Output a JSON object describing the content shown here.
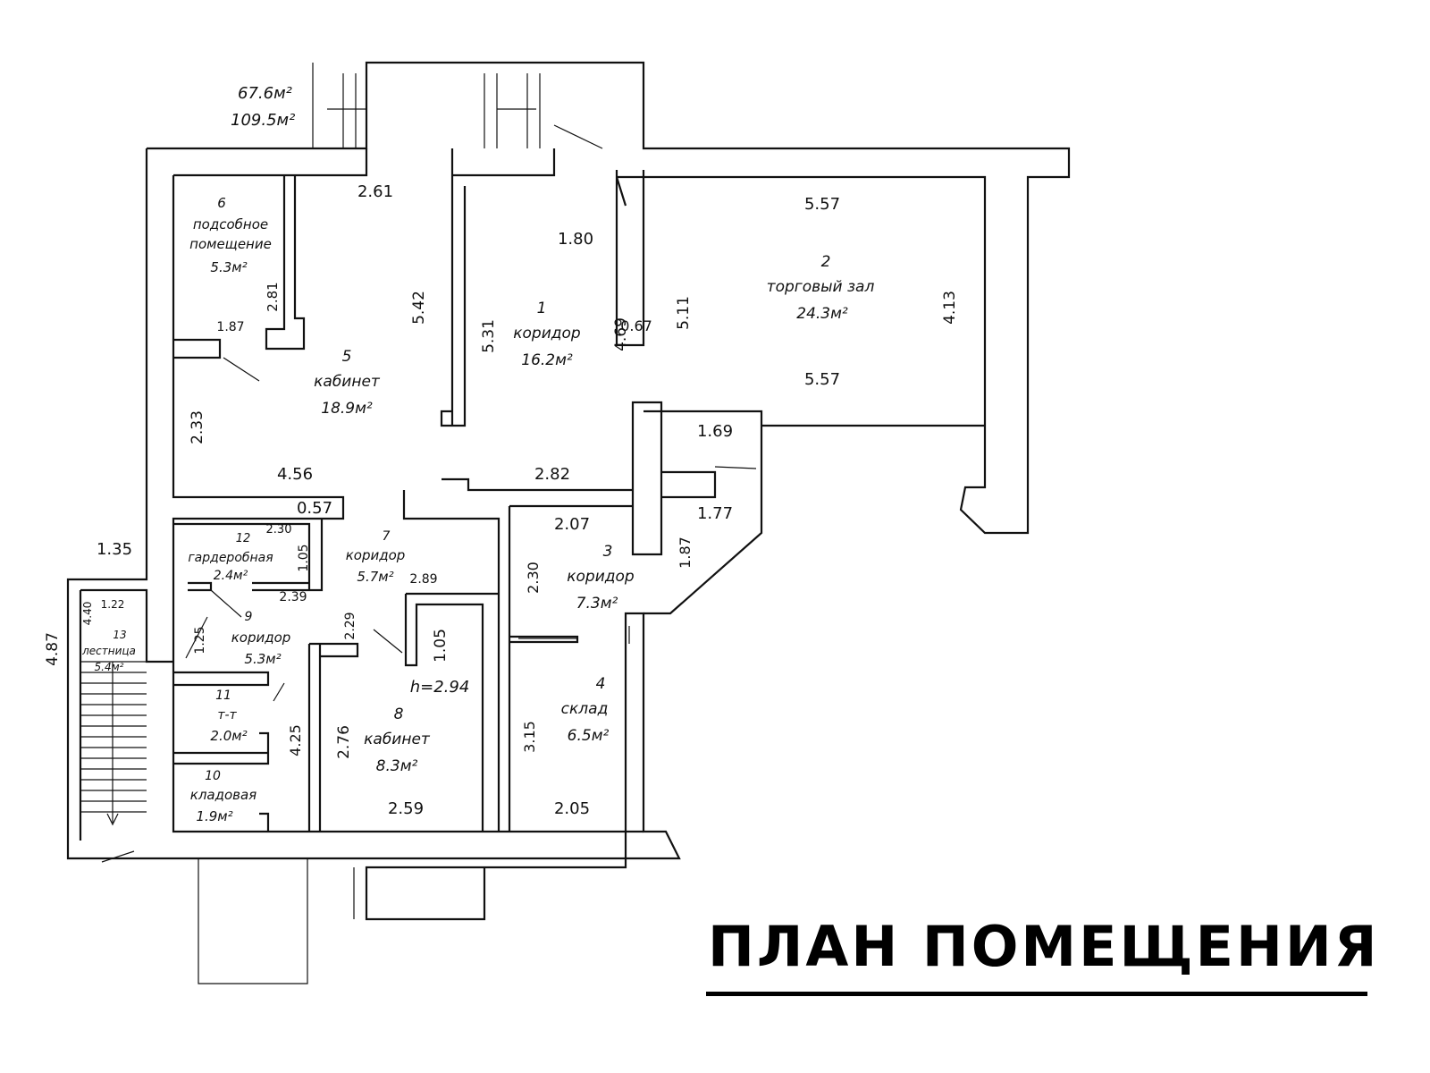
{
  "title": "ПЛАН ПОМЕЩЕНИЯ",
  "totals": {
    "area_1": "67.6м²",
    "area_2": "109.5м²"
  },
  "rooms": [
    {
      "id": "1",
      "name": "коридор",
      "area": "16.2м²"
    },
    {
      "id": "2",
      "name": "торговый зал",
      "area": "24.3м²"
    },
    {
      "id": "3",
      "name": "коридор",
      "area": "7.3м²"
    },
    {
      "id": "4",
      "name": "склад",
      "area": "6.5м²"
    },
    {
      "id": "5",
      "name": "кабинет",
      "area": "18.9м²"
    },
    {
      "id": "6",
      "name_1": "подсобное",
      "name_2": "помещение",
      "area": "5.3м²"
    },
    {
      "id": "7",
      "name": "коридор",
      "area": "5.7м²"
    },
    {
      "id": "8",
      "name": "кабинет",
      "area": "8.3м²"
    },
    {
      "id": "9",
      "name": "коридор",
      "area": "5.3м²"
    },
    {
      "id": "10",
      "name": "кладовая",
      "area": "1.9м²"
    },
    {
      "id": "11",
      "name": "т-т",
      "area": "2.0м²"
    },
    {
      "id": "12",
      "name": "гардеробная",
      "area": "2.4м²"
    },
    {
      "id": "13",
      "name": "лестница",
      "area": "5.4м²"
    }
  ],
  "ceiling_height": "h=2.94",
  "dimensions": {
    "d_2_61": "2.61",
    "d_1_80": "1.80",
    "d_5_57_top": "5.57",
    "d_5_57_bottom": "5.57",
    "d_4_13": "4.13",
    "d_5_11": "5.11",
    "d_0_67": "0.67",
    "d_4_69": "4.69",
    "d_5_31": "5.31",
    "d_5_42": "5.42",
    "d_2_81": "2.81",
    "d_1_87_a": "1.87",
    "d_2_33": "2.33",
    "d_4_56": "4.56",
    "d_0_57": "0.57",
    "d_2_82": "2.82",
    "d_1_69": "1.69",
    "d_1_77": "1.77",
    "d_1_87_b": "1.87",
    "d_2_07": "2.07",
    "d_2_30_a": "2.30",
    "d_2_30_b": "2.30",
    "d_1_05_a": "1.05",
    "d_2_89": "2.89",
    "d_2_39": "2.39",
    "d_1_35": "1.35",
    "d_4_40": "4.40",
    "d_1_22": "1.22",
    "d_1_25": "1.25",
    "d_2_29": "2.29",
    "d_1_05_b": "1.05",
    "d_4_87": "4.87",
    "d_4_25": "4.25",
    "d_2_76": "2.76",
    "d_3_15": "3.15",
    "d_2_59": "2.59",
    "d_2_05": "2.05"
  }
}
